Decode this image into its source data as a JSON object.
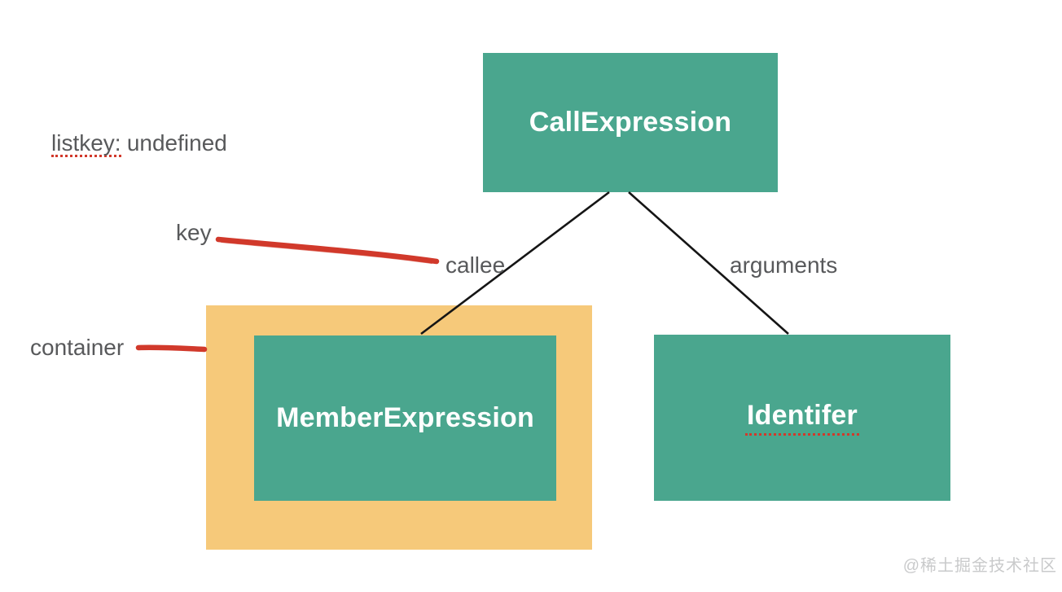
{
  "nodes": {
    "call_expression": {
      "label": "CallExpression"
    },
    "member_expression": {
      "label": "MemberExpression"
    },
    "identifer": {
      "label": "Identifer",
      "underline": "red-dotted"
    }
  },
  "edges": {
    "callee": {
      "label": "callee",
      "from": "CallExpression",
      "to": "MemberExpression"
    },
    "arguments": {
      "label": "arguments",
      "from": "CallExpression",
      "to": "Identifer"
    }
  },
  "annotations": {
    "listkey_term": "listkey:",
    "listkey_value": "undefined",
    "key": "key",
    "container": "container"
  },
  "container_box": {
    "wraps": "MemberExpression"
  },
  "watermark": {
    "text": "@稀土掘金技术社区"
  },
  "colors": {
    "node_fill": "#4aa68e",
    "node_text": "#ffffff",
    "container_fill": "#f6c97a",
    "label_text": "#58595b",
    "marker_red": "#d1392b",
    "edge_line": "#151515",
    "watermark_text": "#c9cacb",
    "background": "#ffffff"
  }
}
